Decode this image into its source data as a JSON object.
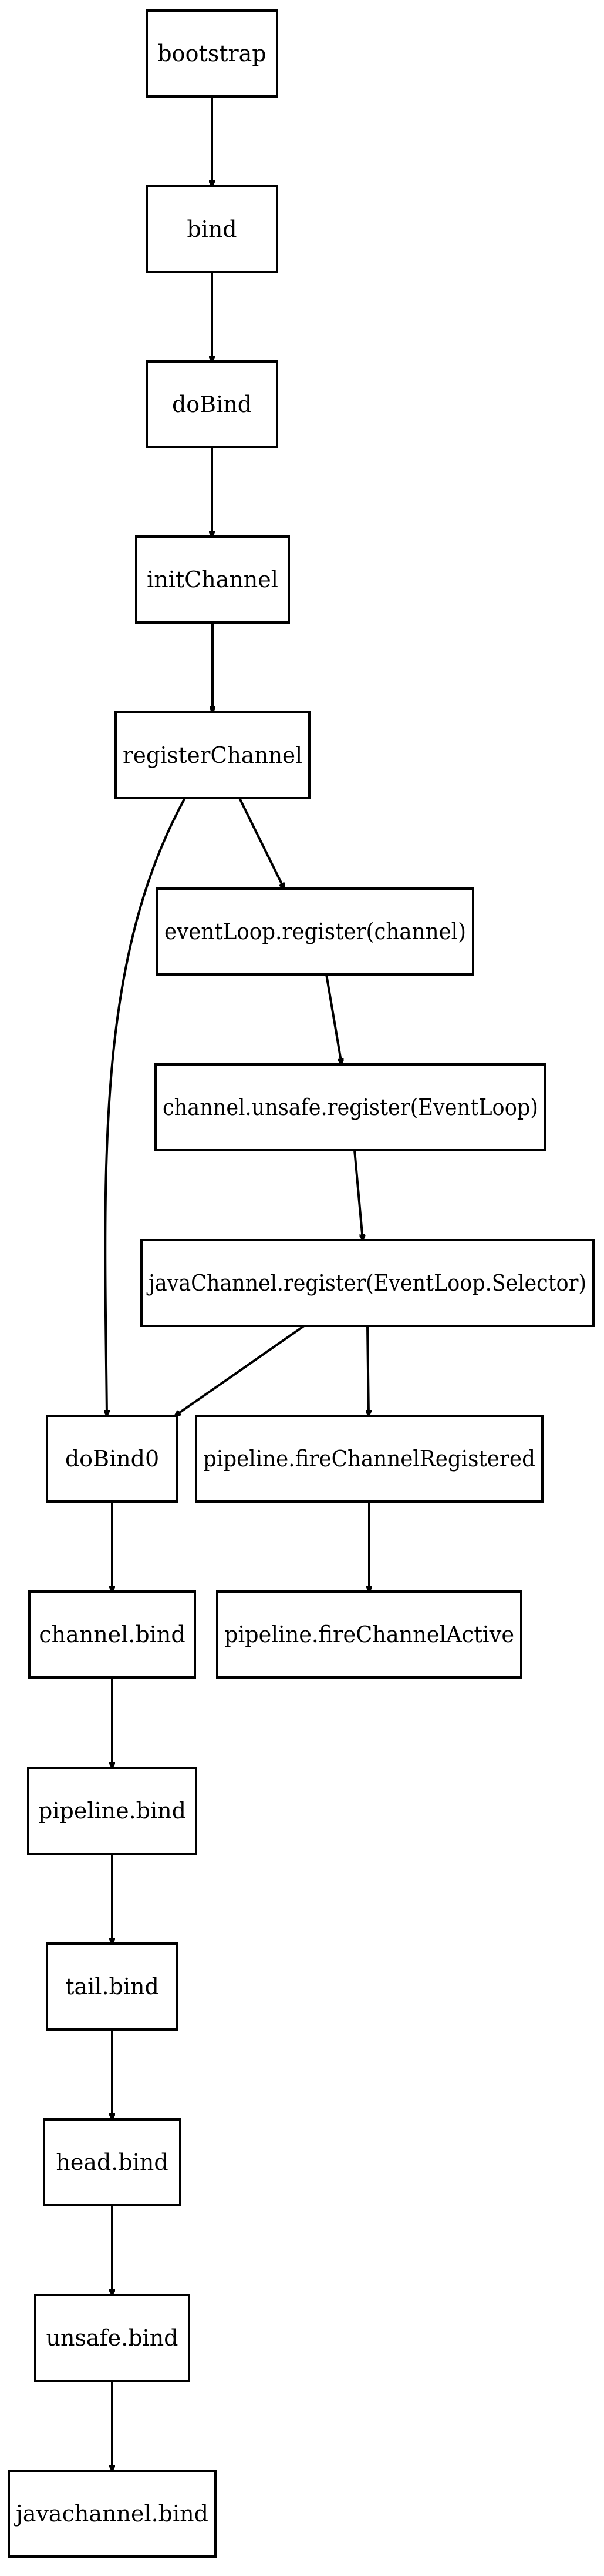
{
  "diagram": {
    "nodes": [
      {
        "id": "bootstrap",
        "label": "bootstrap"
      },
      {
        "id": "bind",
        "label": "bind"
      },
      {
        "id": "doBind",
        "label": "doBind"
      },
      {
        "id": "initChannel",
        "label": "initChannel"
      },
      {
        "id": "registerChannel",
        "label": "registerChannel"
      },
      {
        "id": "eventLoopRegister",
        "label": "eventLoop.register(channel)"
      },
      {
        "id": "unsafeRegister",
        "label": "channel.unsafe.register(EventLoop)"
      },
      {
        "id": "javaChannelRegister",
        "label": "javaChannel.register(EventLoop.Selector)"
      },
      {
        "id": "doBind0",
        "label": "doBind0"
      },
      {
        "id": "fireChannelRegistered",
        "label": "pipeline.fireChannelRegistered"
      },
      {
        "id": "channelBind",
        "label": "channel.bind"
      },
      {
        "id": "fireChannelActive",
        "label": "pipeline.fireChannelActive"
      },
      {
        "id": "pipelineBind",
        "label": "pipeline.bind"
      },
      {
        "id": "tailBind",
        "label": "tail.bind"
      },
      {
        "id": "headBind",
        "label": "head.bind"
      },
      {
        "id": "unsafeBind",
        "label": "unsafe.bind"
      },
      {
        "id": "javachannelBind",
        "label": "javachannel.bind"
      }
    ],
    "edges": [
      {
        "from": "bootstrap",
        "to": "bind"
      },
      {
        "from": "bind",
        "to": "doBind"
      },
      {
        "from": "doBind",
        "to": "initChannel"
      },
      {
        "from": "initChannel",
        "to": "registerChannel"
      },
      {
        "from": "registerChannel",
        "to": "eventLoopRegister"
      },
      {
        "from": "registerChannel",
        "to": "doBind0"
      },
      {
        "from": "eventLoopRegister",
        "to": "unsafeRegister"
      },
      {
        "from": "unsafeRegister",
        "to": "javaChannelRegister"
      },
      {
        "from": "javaChannelRegister",
        "to": "doBind0"
      },
      {
        "from": "javaChannelRegister",
        "to": "fireChannelRegistered"
      },
      {
        "from": "fireChannelRegistered",
        "to": "fireChannelActive"
      },
      {
        "from": "doBind0",
        "to": "channelBind"
      },
      {
        "from": "channelBind",
        "to": "pipelineBind"
      },
      {
        "from": "pipelineBind",
        "to": "tailBind"
      },
      {
        "from": "tailBind",
        "to": "headBind"
      },
      {
        "from": "headBind",
        "to": "unsafeBind"
      },
      {
        "from": "unsafeBind",
        "to": "javachannelBind"
      }
    ]
  }
}
